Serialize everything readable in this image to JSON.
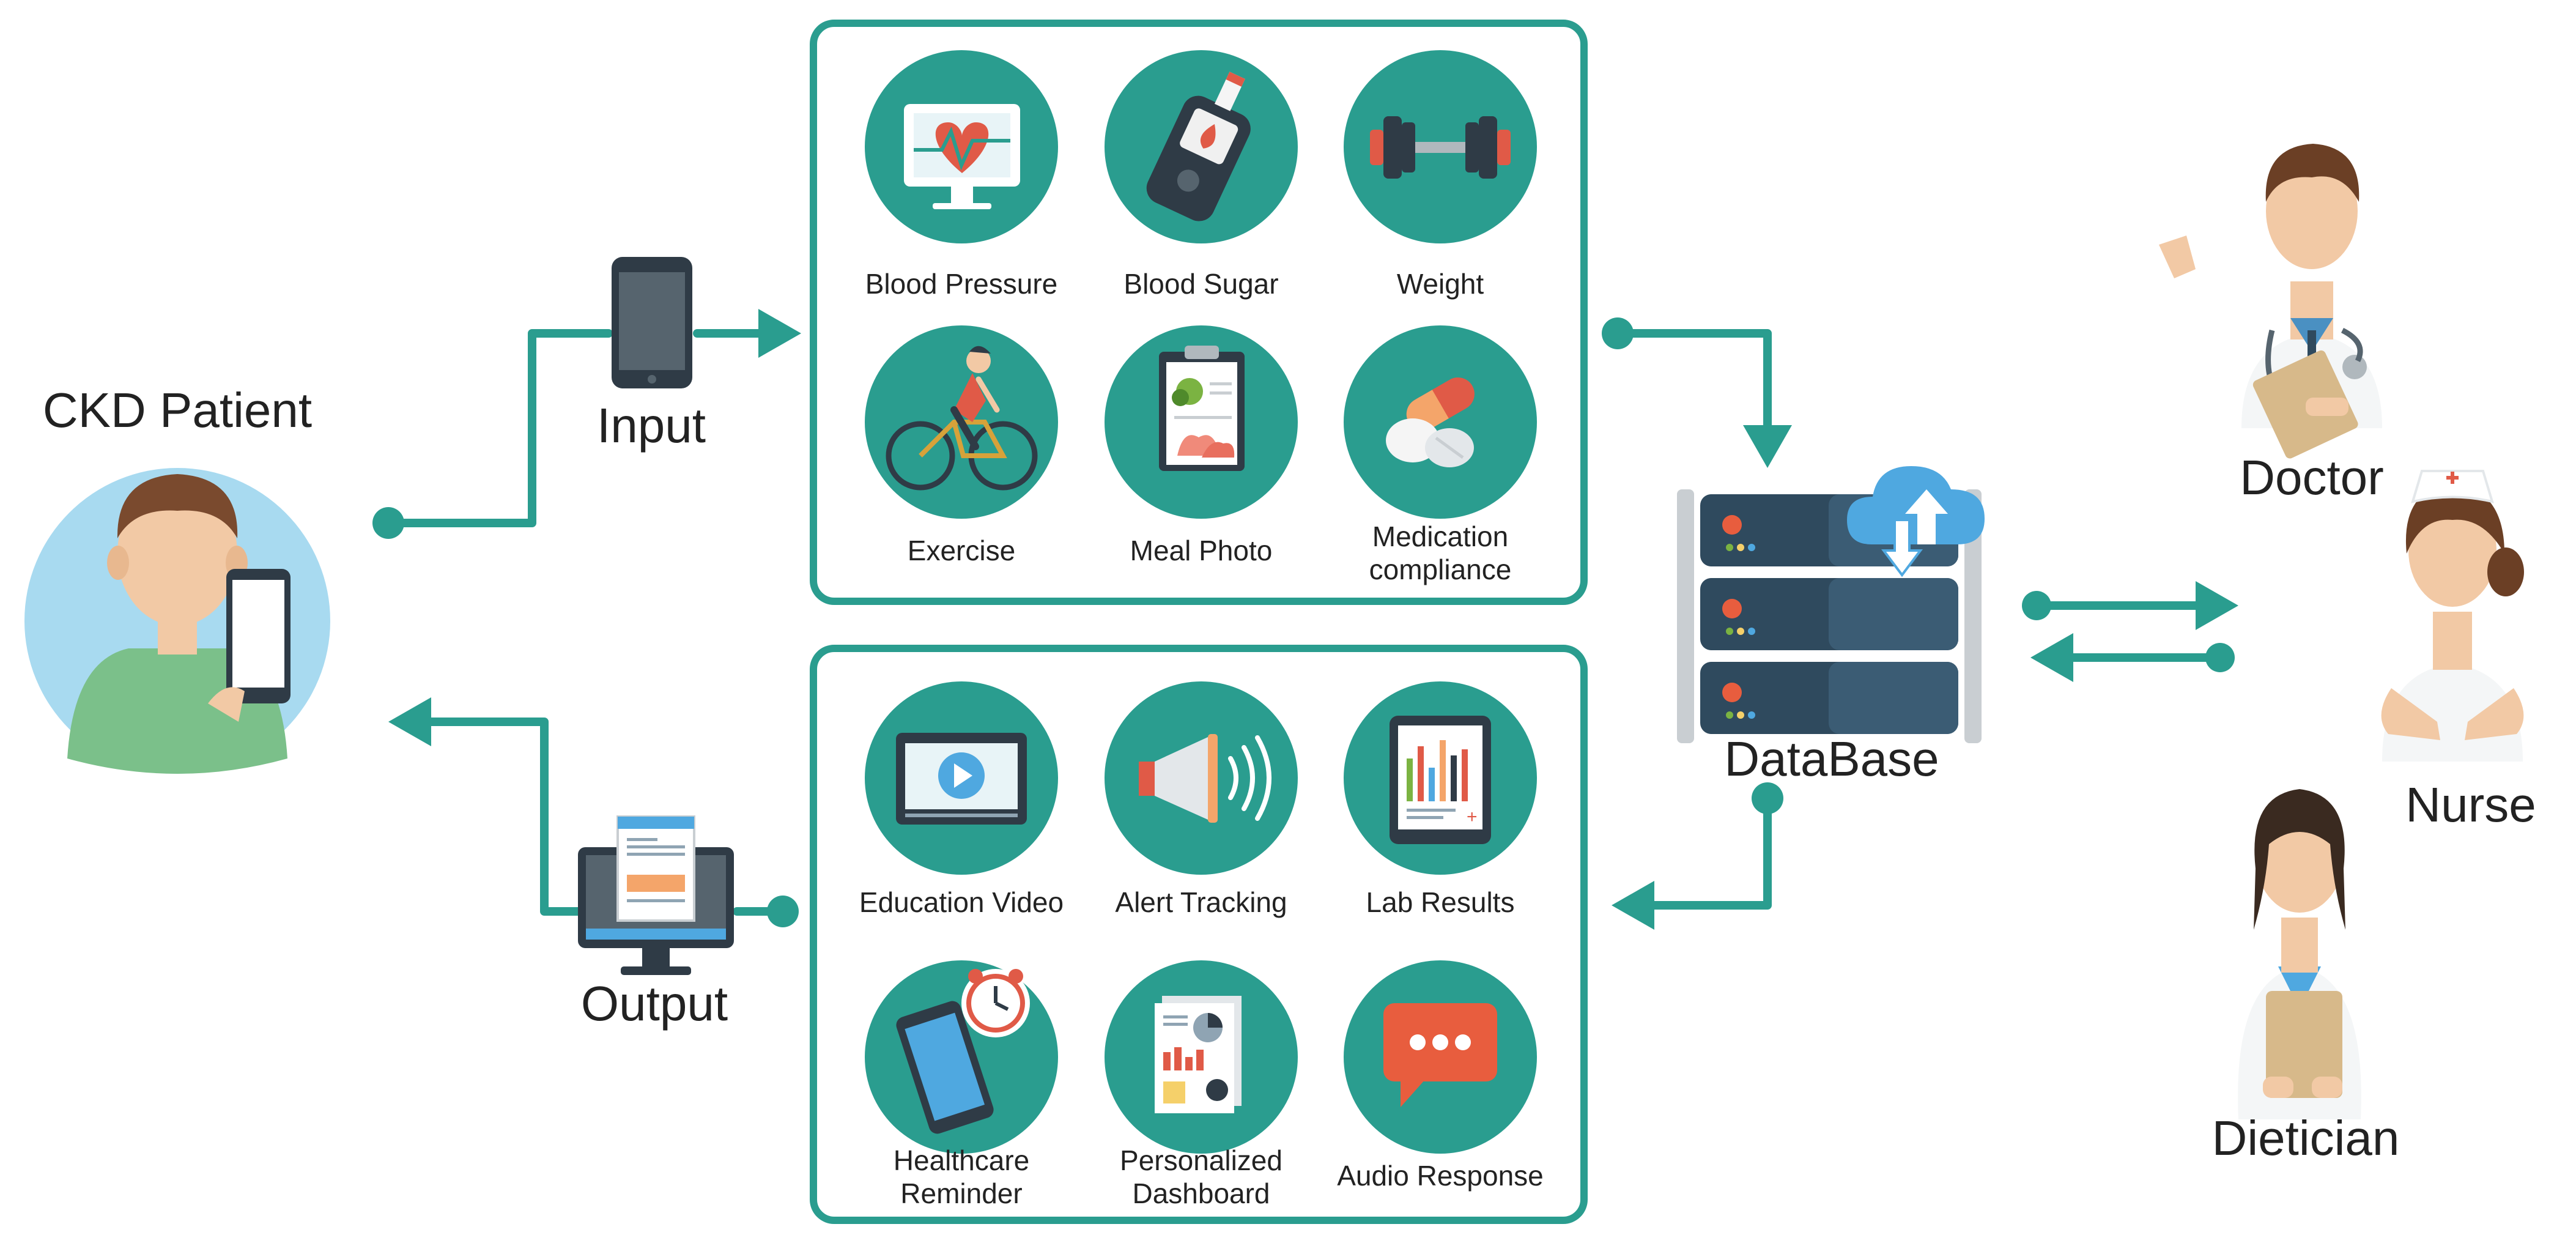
{
  "colors": {
    "teal": "#2a9d8f",
    "teal_dark": "#1f7f73",
    "server_dark": "#2f4a5e",
    "cloud": "#4fa8e0"
  },
  "patient": {
    "label": "CKD Patient",
    "icon": "patient-with-phone-icon"
  },
  "input": {
    "label": "Input",
    "icon": "smartphone-icon"
  },
  "output": {
    "label": "Output",
    "icon": "monitor-report-icon"
  },
  "database": {
    "label": "DataBase",
    "icon": "server-cloud-icon"
  },
  "input_items": [
    {
      "label": "Blood Pressure",
      "icon": "heart-monitor-icon"
    },
    {
      "label": "Blood Sugar",
      "icon": "glucometer-icon"
    },
    {
      "label": "Weight",
      "icon": "dumbbell-icon"
    },
    {
      "label": "Exercise",
      "icon": "cyclist-icon"
    },
    {
      "label": "Meal Photo",
      "icon": "clipboard-meal-icon"
    },
    {
      "label": "Medication\ncompliance",
      "icon": "pills-icon"
    }
  ],
  "output_items": [
    {
      "label": "Education Video",
      "icon": "video-player-icon"
    },
    {
      "label": "Alert Tracking",
      "icon": "megaphone-icon"
    },
    {
      "label": "Lab Results",
      "icon": "lab-chart-tablet-icon"
    },
    {
      "label": "Healthcare\nReminder",
      "icon": "phone-alarm-icon"
    },
    {
      "label": "Personalized\nDashboard",
      "icon": "dashboard-report-icon"
    },
    {
      "label": "Audio Response",
      "icon": "chat-bubble-icon"
    }
  ],
  "staff": [
    {
      "label": "Doctor",
      "icon": "doctor-icon"
    },
    {
      "label": "Nurse",
      "icon": "nurse-icon"
    },
    {
      "label": "Dietician",
      "icon": "dietician-icon"
    }
  ]
}
